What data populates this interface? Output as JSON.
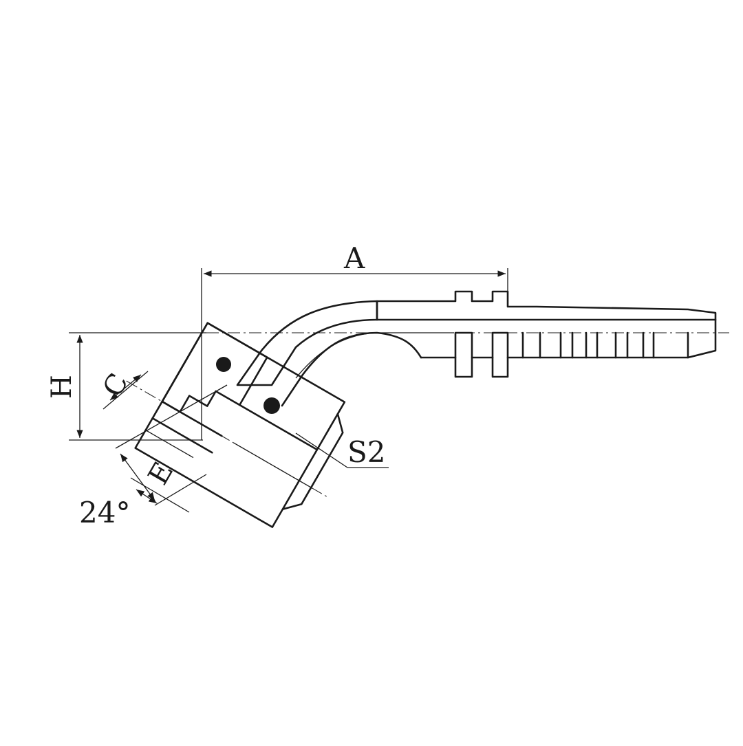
{
  "labels": {
    "A": "A",
    "H": "H",
    "C": "C",
    "E": "E",
    "S2": "S2",
    "angle": "24°"
  },
  "colors": {
    "ink": "#1a1a1a",
    "background": "#ffffff"
  }
}
